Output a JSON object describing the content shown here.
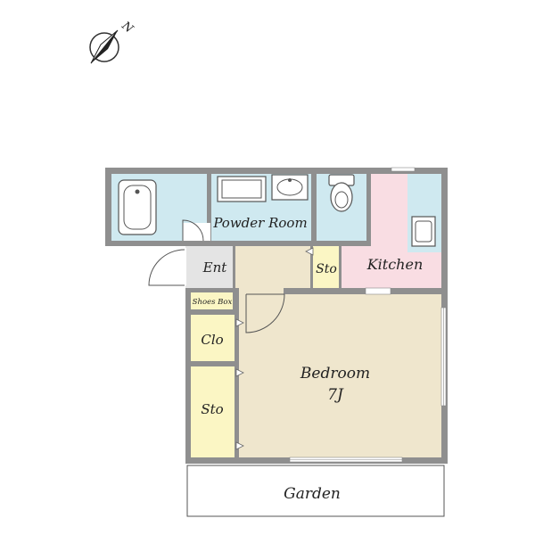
{
  "compass": {
    "label": "N"
  },
  "rooms": {
    "powder_room": "Powder Room",
    "kitchen": "Kitchen",
    "ent": "Ent",
    "sto_hall": "Sto",
    "shoes_box": "Shoes Box",
    "clo": "Clo",
    "sto_closet": "Sto",
    "bedroom": "Bedroom",
    "bedroom_size": "7J",
    "garden": "Garden"
  },
  "colors": {
    "wet_area": "#cfe9f0",
    "kitchen": "#f9dde3",
    "bedroom": "#efe6cd",
    "storage": "#fbf6c4",
    "entrance": "#e4e4e4",
    "wall": "#8f8f8f"
  }
}
